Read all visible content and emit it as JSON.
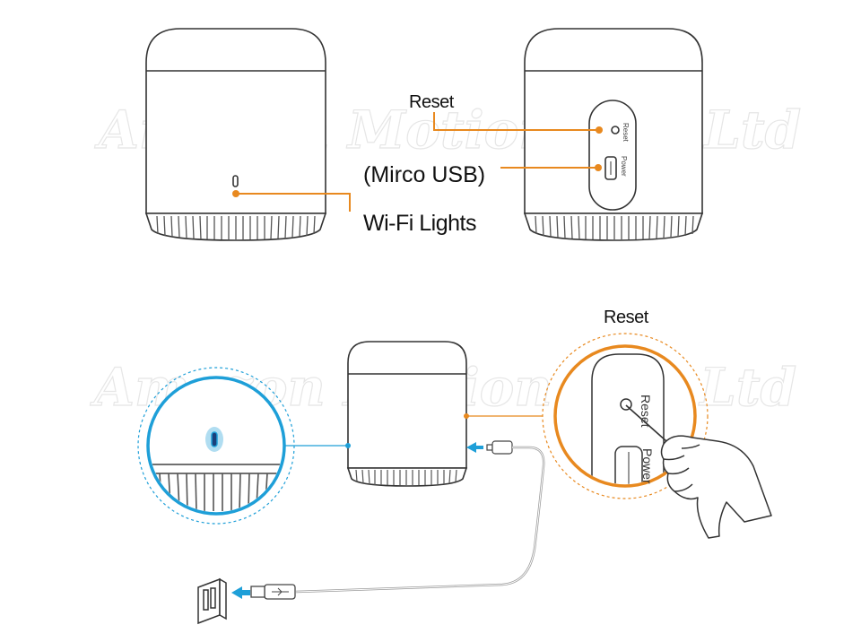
{
  "labels": {
    "reset_top": "Reset",
    "usb": "(Mirco USB)",
    "wifi": "Wi-Fi Lights",
    "reset_bottom": "Reset",
    "port_reset": "Reset",
    "port_power": "Power",
    "zoom_reset": "Reset",
    "zoom_power": "Power"
  },
  "watermark": "Amazon Motion Co., Ltd",
  "colors": {
    "accent_orange": "#e8891f",
    "accent_blue": "#1e9fd8",
    "outline": "#333333",
    "cable": "#9a9a9a"
  },
  "icons": {
    "power_outlet": "power-outlet-icon",
    "usb_plug": "usb-plug-icon",
    "hand_with_pin": "hand-with-pin-icon"
  }
}
